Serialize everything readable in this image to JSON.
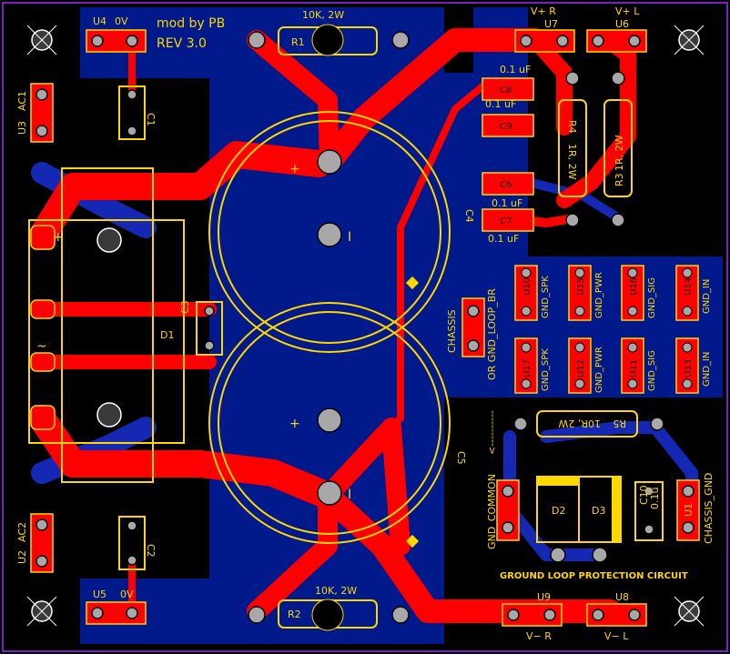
{
  "colors": {
    "board": "#000000",
    "pour": "#001a8c",
    "top_copper": "#ff0000",
    "silk": "#ffd700",
    "pad": "#b8b8b8",
    "outline": "#9b30ff"
  },
  "title": {
    "line1": "mod by PB",
    "line2": "REV 3.0"
  },
  "labels": {
    "u4": "U4",
    "u4_v": "0V",
    "u5": "U5",
    "u5_v": "0V",
    "u3": "U3",
    "ac1": "AC1",
    "u2": "U2",
    "ac2": "AC2",
    "c1": "C1",
    "c2": "C2",
    "c3": "C3",
    "d1": "D1",
    "r1": "R1",
    "r1_val": "10K, 2W",
    "r2": "R2",
    "r2_val": "10K, 2W",
    "c4": "C4",
    "c5": "C5",
    "plus": "+",
    "minus": "I",
    "u7": "U7",
    "u7_name": "V+ R",
    "u6": "U6",
    "u6_name": "V+ L",
    "u9": "U9",
    "u9_name": "V− R",
    "u8": "U8",
    "u8_name": "V− L",
    "c8": "C8",
    "c8_val": "0.1 uF",
    "c9": "C9",
    "c9_val": "0.1 uF",
    "c6": "C6",
    "c6_val": "0.1 uF",
    "c7": "C7",
    "c7_val": "0.1 uF",
    "r4": "R4",
    "r4_val": "1R, 2W",
    "r3": "R3",
    "r3_val": "1R, 2W",
    "r5": "R5",
    "r5_val": "10R, 2W",
    "chassis": "CHASSIS",
    "gnd_loop": "OR GND_LOOP_BR",
    "u10": "U10",
    "u10_name": "GND_SPK",
    "u15": "U15",
    "u15_name": "GND_PWR",
    "u16": "U16",
    "u16_name": "GND_SIG",
    "u14": "U14",
    "u14_name": "GND_IN",
    "u17": "U17",
    "u17_name": "GND_SPK",
    "u12": "U12",
    "u12_name": "GND_PWR",
    "u11": "U11",
    "u11_name": "GND_SIG",
    "u13": "U13",
    "u13_name": "GND_IN",
    "arrow": "<----------",
    "gnd_common": "GND_COMMON",
    "d2": "D2",
    "d3": "D3",
    "c10": "C10",
    "c10_val": "0.1u",
    "u1": "U1",
    "chassis_gnd": "CHASSIS_GND",
    "protection": "GROUND LOOP PROTECTION CIRCUIT",
    "ac_symbol": "~"
  }
}
